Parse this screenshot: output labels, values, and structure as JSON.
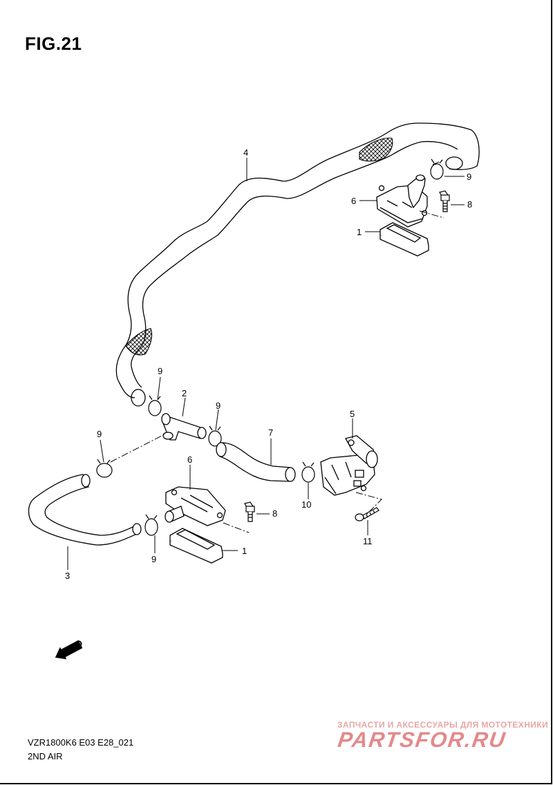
{
  "figure": {
    "title": "FIG.21",
    "code": "VZR1800K6 E03 E28_021",
    "subtitle": "2ND AIR"
  },
  "callouts": {
    "c1a": "1",
    "c1b": "1",
    "c2": "2",
    "c3": "3",
    "c4": "4",
    "c5": "5",
    "c6a": "6",
    "c6b": "6",
    "c7": "7",
    "c8a": "8",
    "c8b": "8",
    "c9a": "9",
    "c9b": "9",
    "c9c": "9",
    "c9d": "9",
    "c9e": "9",
    "c10": "10",
    "c11": "11"
  },
  "fwd_label": "FWD",
  "watermark": {
    "tagline": "ЗАПЧАСТИ И АКСЕССУАРЫ ДЛЯ МОТОТЕХНИКИ",
    "logo": "PARTSFOR.RU"
  },
  "colors": {
    "line": "#000000",
    "watermark": "#e4898a"
  }
}
